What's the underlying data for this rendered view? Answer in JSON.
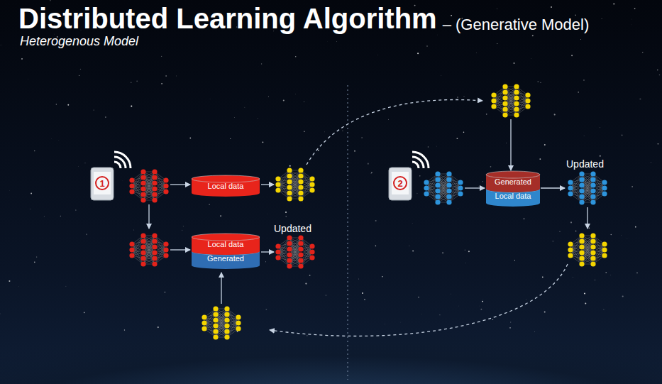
{
  "diagram": {
    "title": "Distributed Learning Algorithm",
    "nodes": [
      {
        "text": [
          "Local data"
        ]
      },
      {
        "text": [
          "Local data",
          "Generated"
        ]
      },
      {
        "text": [
          "Generated",
          "Local data"
        ]
      }
    ],
    "labels": [
      "– (Generative Model)",
      "Heterogenous Model",
      "1",
      "Updated",
      "2",
      "Updated"
    ]
  }
}
